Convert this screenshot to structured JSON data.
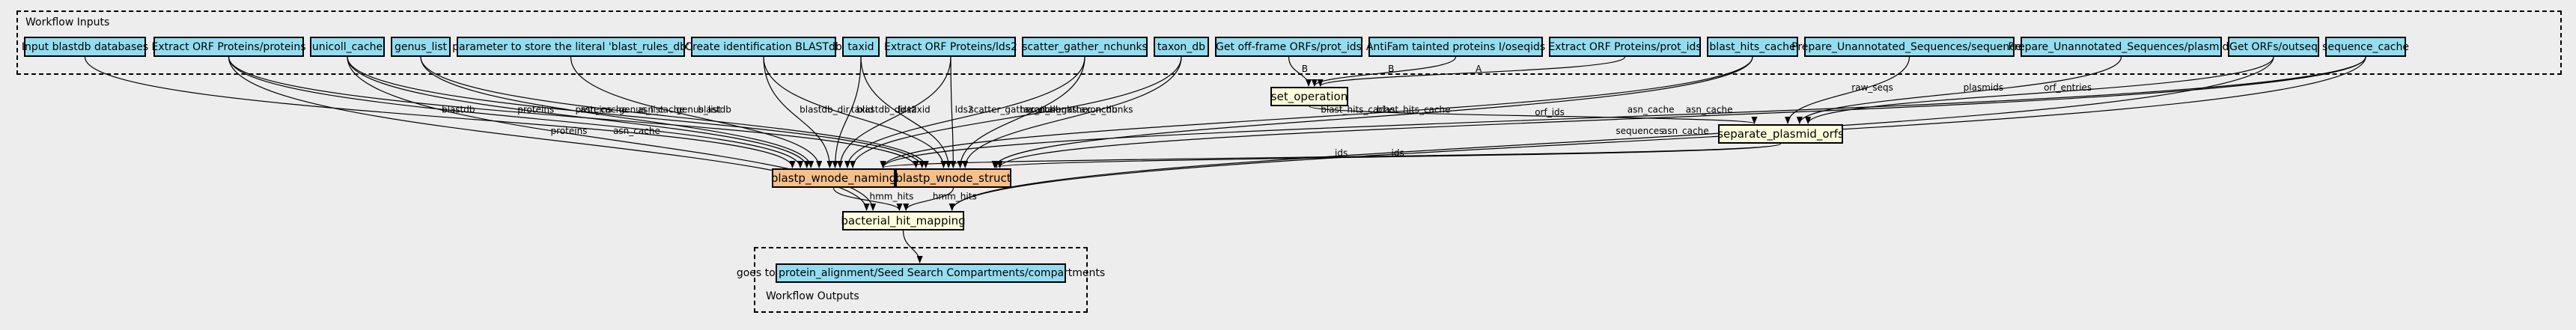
{
  "clusters": {
    "inputs_title": "Workflow Inputs",
    "outputs_title": "Workflow Outputs"
  },
  "inputs": [
    "Input blastdb databases",
    "Extract ORF Proteins/proteins",
    "unicoll_cache",
    "genus_list",
    "parameter to store the literal 'blast_rules_db'",
    "Create identification BLASTdb",
    "taxid",
    "Extract ORF Proteins/lds2",
    "scatter_gather_nchunks",
    "taxon_db",
    "Get off-frame ORFs/prot_ids",
    "AntiFam tainted proteins I/oseqids",
    "Extract ORF Proteins/prot_ids",
    "blast_hits_cache",
    "Prepare_Unannotated_Sequences/sequences",
    "Prepare_Unannotated_Sequences/plasmids",
    "Get ORFs/outseq",
    "sequence_cache"
  ],
  "steps": {
    "set_operation": "set_operation",
    "separate_plasmid_orfs": "separate_plasmid_orfs",
    "blastp_wnode_naming": "blastp_wnode_naming",
    "blastp_wnode_struct": "blastp_wnode_struct",
    "bacterial_hit_mapping": "bacterial_hit_mapping"
  },
  "outputs": [
    "goes to protein_alignment/Seed Search Compartments/compartments"
  ],
  "edges": [
    {
      "from": "in0",
      "to": "naming",
      "label": "blastdb"
    },
    {
      "from": "in1",
      "to": "naming",
      "label": "proteins"
    },
    {
      "from": "in1",
      "to": "struct",
      "label": "proteins"
    },
    {
      "from": "in1",
      "to": "mapping",
      "label": "proteins"
    },
    {
      "from": "in2",
      "to": "naming",
      "label": "asn_cache"
    },
    {
      "from": "in2",
      "to": "struct",
      "label": "asn_cache"
    },
    {
      "from": "in2",
      "to": "mapping",
      "label": "asn_cache"
    },
    {
      "from": "in3",
      "to": "naming",
      "label": "genus_list"
    },
    {
      "from": "in3",
      "to": "struct",
      "label": "genus_list"
    },
    {
      "from": "in4",
      "to": "naming",
      "label": "blastdb"
    },
    {
      "from": "in5",
      "to": "naming",
      "label": "blastdb_dir"
    },
    {
      "from": "in5",
      "to": "struct",
      "label": "blastdb_dir"
    },
    {
      "from": "in6",
      "to": "naming",
      "label": "taxid"
    },
    {
      "from": "in6",
      "to": "struct",
      "label": "taxid"
    },
    {
      "from": "in7",
      "to": "naming",
      "label": "lds2"
    },
    {
      "from": "in7",
      "to": "struct",
      "label": "lds2"
    },
    {
      "from": "in8",
      "to": "naming",
      "label": "scatter_gather_nchunks"
    },
    {
      "from": "in8",
      "to": "struct",
      "label": "scatter_gather_nchunks"
    },
    {
      "from": "in9",
      "to": "naming",
      "label": "taxon_db"
    },
    {
      "from": "in9",
      "to": "struct",
      "label": "taxon_db"
    },
    {
      "from": "in10",
      "to": "setop",
      "label": "B"
    },
    {
      "from": "in11",
      "to": "setop",
      "label": "B"
    },
    {
      "from": "in12",
      "to": "setop",
      "label": "A"
    },
    {
      "from": "in13",
      "to": "naming",
      "label": "blast_hits_cache"
    },
    {
      "from": "in13",
      "to": "struct",
      "label": "blast_hits_cache"
    },
    {
      "from": "in14",
      "to": "sep",
      "label": "raw_seqs"
    },
    {
      "from": "in15",
      "to": "sep",
      "label": "plasmids"
    },
    {
      "from": "in16",
      "to": "sep",
      "label": "orf_entries"
    },
    {
      "from": "in16",
      "to": "mapping",
      "label": "sequences"
    },
    {
      "from": "in17",
      "to": "naming",
      "label": "asn_cache"
    },
    {
      "from": "in17",
      "to": "struct",
      "label": "asn_cache"
    },
    {
      "from": "in17",
      "to": "mapping",
      "label": "asn_cache"
    },
    {
      "from": "setop",
      "to": "sep",
      "label": "orf_ids"
    },
    {
      "from": "sep",
      "to": "naming",
      "label": "ids"
    },
    {
      "from": "sep",
      "to": "struct",
      "label": "ids"
    },
    {
      "from": "naming",
      "to": "mapping",
      "label": "hmm_hits"
    },
    {
      "from": "struct",
      "to": "mapping",
      "label": "hmm_hits"
    },
    {
      "from": "mapping",
      "to": "out0",
      "label": ""
    }
  ]
}
